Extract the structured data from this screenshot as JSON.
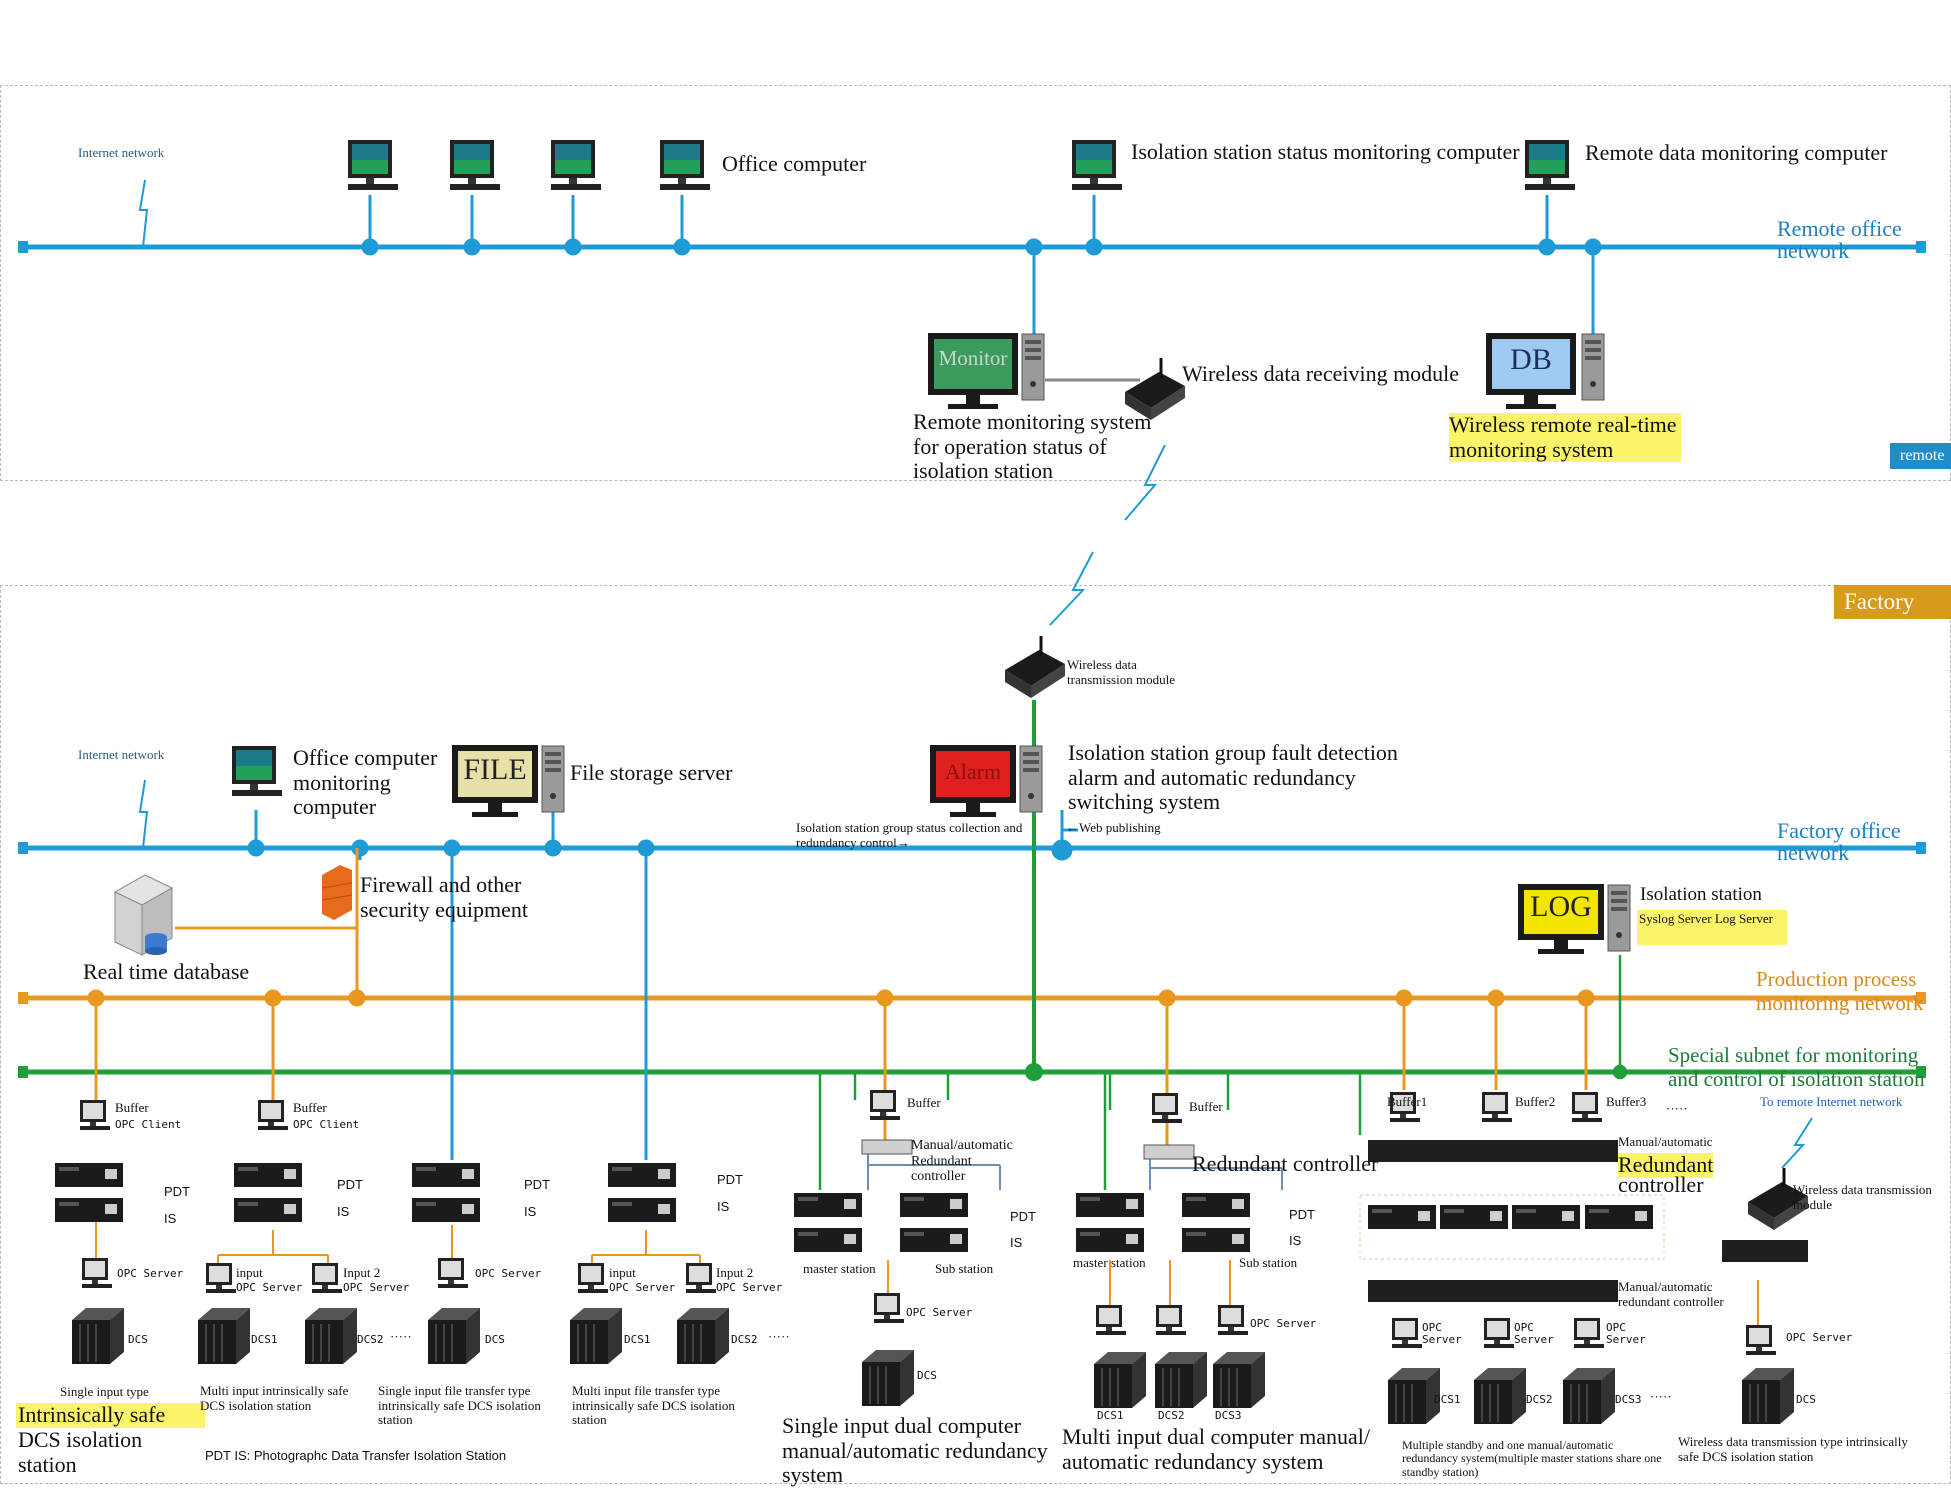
{
  "zones": {
    "remote_tag": "remote",
    "factory_tag": "Factory"
  },
  "remote": {
    "internet_network": "Internet network",
    "office_computer": "Office computer",
    "isolation_monitor_pc": "Isolation station status monitoring computer",
    "remote_data_pc": "Remote data monitoring computer",
    "network_label": "Remote office network",
    "monitor_screen": "Monitor",
    "remote_monitoring_system": "Remote monitoring system for operation status of isolation station",
    "wireless_receiving": "Wireless data receiving module",
    "db_screen": "DB",
    "wireless_realtime": "Wireless remote real-time monitoring system"
  },
  "factory": {
    "wireless_transmission": "Wireless data transmission module",
    "internet_network": "Internet network",
    "office_monitor_pc": "Office computer monitoring computer",
    "file_screen": "FILE",
    "file_server": "File storage server",
    "alarm_screen": "Alarm",
    "fault_detection": "Isolation station group fault detection alarm and automatic redundancy switching system",
    "status_collection": "Isolation station group status collection and redundancy control→",
    "web_publishing": "←Web publishing",
    "network_label": "Factory office network",
    "firewall": "Firewall and other security equipment",
    "realtime_db": "Real time database",
    "log_screen": "LOG",
    "syslog_title": "Isolation station",
    "syslog_sub": "Syslog Server Log Server",
    "production_net": "Production process monitoring network",
    "special_subnet": "Special subnet for monitoring and control of isolation station",
    "to_remote": "To remote Internet network"
  },
  "devices": {
    "buffer": "Buffer",
    "opc_client": "OPC Client",
    "pdt": "PDT",
    "is": "IS",
    "opc_server": "OPC Server",
    "input": "input",
    "input2": "Input 2",
    "dcs": "DCS",
    "dcs1": "DCS1",
    "dcs2": "DCS2",
    "dcs3": "DCS3",
    "ellipsis": "·····",
    "manual_auto_redundant": "Manual/automatic Redundant controller",
    "redundant_controller": "Redundant controller",
    "master_station": "master station",
    "sub_station": "Sub station",
    "buffer1": "Buffer1",
    "buffer2": "Buffer2",
    "buffer3": "Buffer3",
    "manual_auto": "Manual/automatic",
    "redundant": "Redundant",
    "controller": "controller",
    "manual_auto_redundant_ctrl": "Manual/automatic redundant controller",
    "wireless_tx": "Wireless data transmission module"
  },
  "captions": {
    "c1a": "Single input type",
    "c1b": "Intrinsically safe",
    "c1c": "DCS isolation station",
    "c2": "Multi input intrinsically safe DCS isolation station",
    "c3": "Single input file transfer type intrinsically safe DCS isolation station",
    "c4": "Multi input file transfer type intrinsically safe DCS isolation station",
    "c5": "Single input dual computer manual/automatic redundancy system",
    "c6": "Multi input dual computer manual/ automatic redundancy system",
    "c7": "Multiple standby and one manual/automatic redundancy system(multiple master stations share one standby station)",
    "c8": "Wireless data transmission type intrinsically safe DCS isolation station",
    "pdt_note": "PDT IS: Photographc Data Transfer Isolation Station"
  },
  "colors": {
    "remote_net": "#1e9bd7",
    "factory_net": "#1e9bd7",
    "production_net": "#e8981e",
    "special_net": "#1f9e3a",
    "highlight": "#fbf36a",
    "remote_tag": "#1f8dc8",
    "factory_tag": "#d89a1c"
  }
}
